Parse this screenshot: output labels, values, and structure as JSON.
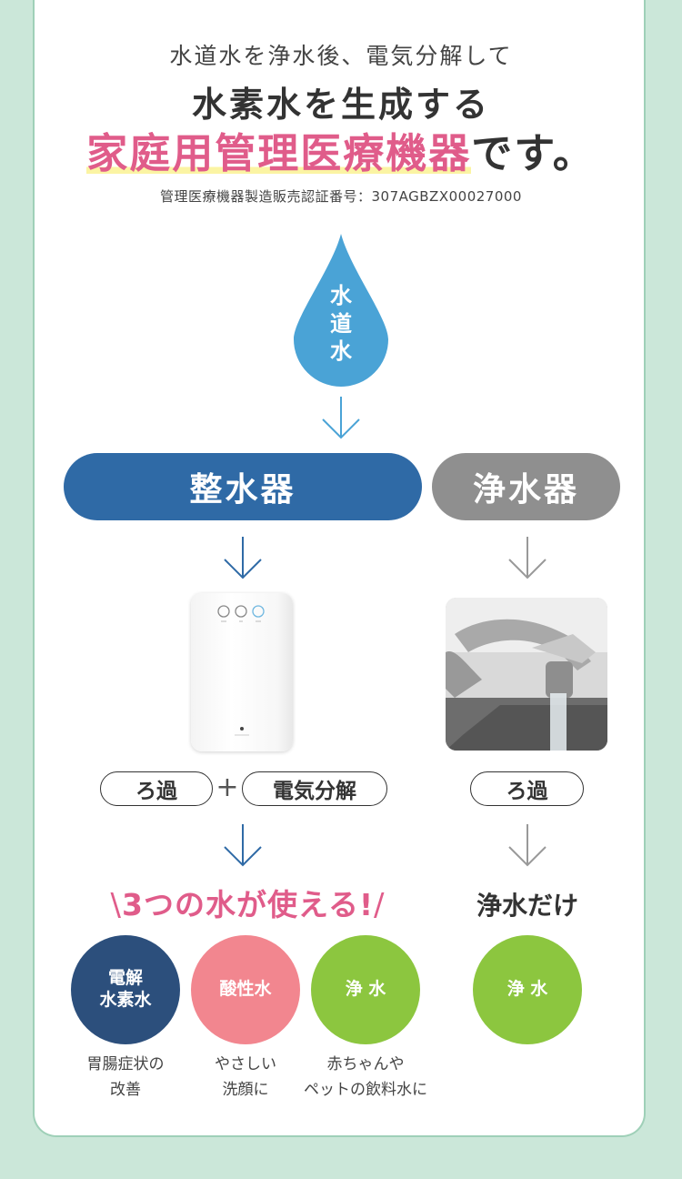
{
  "intro": {
    "line1": "水道水を浄水後、電気分解して",
    "line2": "水素水を生成する",
    "line3_highlight": "家庭用管理医療機器",
    "line3_rest": "です。",
    "cert": "管理医療機器製造販売認証番号：307AGBZX00027000"
  },
  "drop": {
    "label": [
      "水",
      "道",
      "水"
    ]
  },
  "left": {
    "header": "整水器",
    "process": [
      "ろ過",
      "電気分解"
    ],
    "plus": "+",
    "result_headline": "3つの水が使える!",
    "result_slash_left": "\\",
    "result_slash_right": "/",
    "waters": [
      {
        "name_line1": "電解",
        "name_line2": "水素水",
        "caption_line1": "胃腸症状の",
        "caption_line2": "改善",
        "color": "#2c4f7c"
      },
      {
        "name_line1": "酸性水",
        "name_line2": "",
        "caption_line1": "やさしい",
        "caption_line2": "洗顔に",
        "color": "#f2868f"
      },
      {
        "name_line1": "浄 水",
        "name_line2": "",
        "caption_line1": "赤ちゃんや",
        "caption_line2": "ペットの飲料水に",
        "color": "#8cc63f"
      }
    ]
  },
  "right": {
    "header": "浄水器",
    "process": [
      "ろ過"
    ],
    "result_headline": "浄水だけ",
    "water": {
      "name": "浄 水",
      "color": "#8cc63f"
    }
  },
  "colors": {
    "background": "#cbe7d9",
    "primary_blue": "#2f6aa6",
    "gray": "#8f8f8f",
    "pink": "#e05c8a",
    "drop_blue": "#4aa3d6"
  }
}
